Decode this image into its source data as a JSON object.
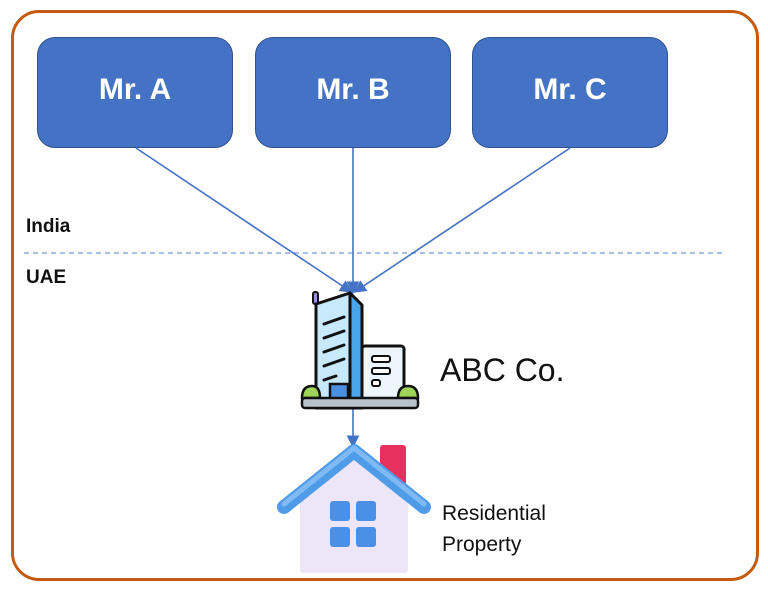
{
  "people": [
    {
      "label": "Mr. A"
    },
    {
      "label": "Mr. B"
    },
    {
      "label": "Mr. C"
    }
  ],
  "regions": {
    "upper": "India",
    "lower": "UAE"
  },
  "company": {
    "label": "ABC Co.",
    "icon": "office-building-icon"
  },
  "property": {
    "line1": "Residential",
    "line2": "Property",
    "icon": "house-icon"
  },
  "colors": {
    "frame": "#c55a11",
    "box": "#4472c4",
    "connector": "#4472c4",
    "divider": "#8faadc"
  }
}
